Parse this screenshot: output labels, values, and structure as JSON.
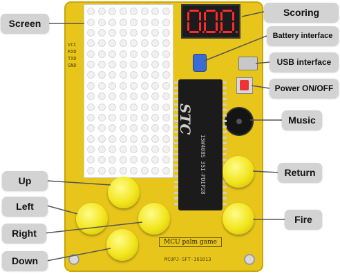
{
  "labels": {
    "screen": "Screen",
    "scoring": "Scoring",
    "battery": "Battery interface",
    "usb": "USB interface",
    "power": "Power ON/OFF",
    "music": "Music",
    "up": "Up",
    "left": "Left",
    "right": "Right",
    "down": "Down",
    "return": "Return",
    "fire": "Fire"
  },
  "board": {
    "pins": [
      "VCC",
      "RXD",
      "TXD",
      "GND"
    ],
    "chip_logo": "STC",
    "chip_marking": "15W408S 35I-PDIP28",
    "brand": "MCU palm game",
    "serial": "MCUPJ-SFT-161013"
  },
  "colors": {
    "board": "#e7c51b",
    "label_bg": "#d3d3d3",
    "button": "#f2e51c",
    "led": "#ff2a2a"
  }
}
